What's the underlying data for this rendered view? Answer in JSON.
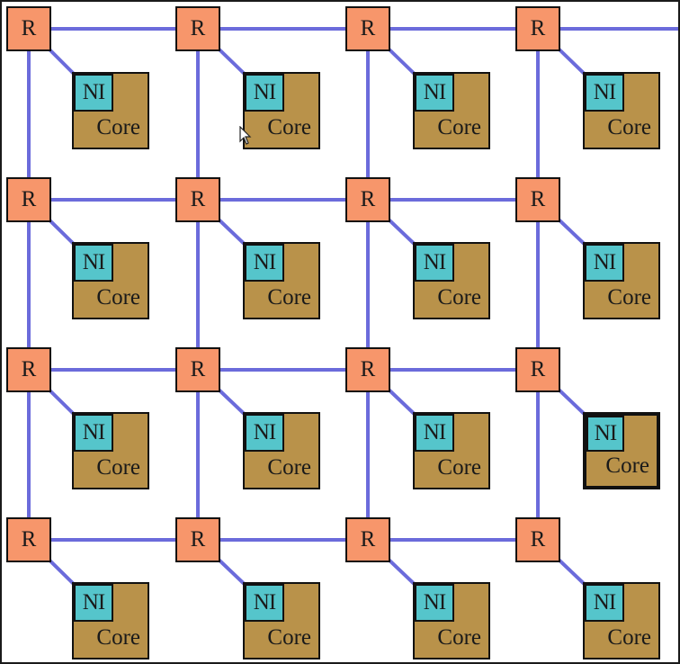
{
  "diagram": {
    "router_label": "R",
    "ni_label": "NI",
    "core_label": "Core",
    "rows": 4,
    "cols": 4,
    "highlighted_node": {
      "row": 2,
      "col": 3
    }
  },
  "colors": {
    "router_fill": "#f7966b",
    "ni_fill": "#55c5cb",
    "core_fill": "#b9924a",
    "link": "#6b6bdb",
    "outline": "#111111"
  },
  "icons": {
    "pointer": "mouse-pointer-icon"
  }
}
